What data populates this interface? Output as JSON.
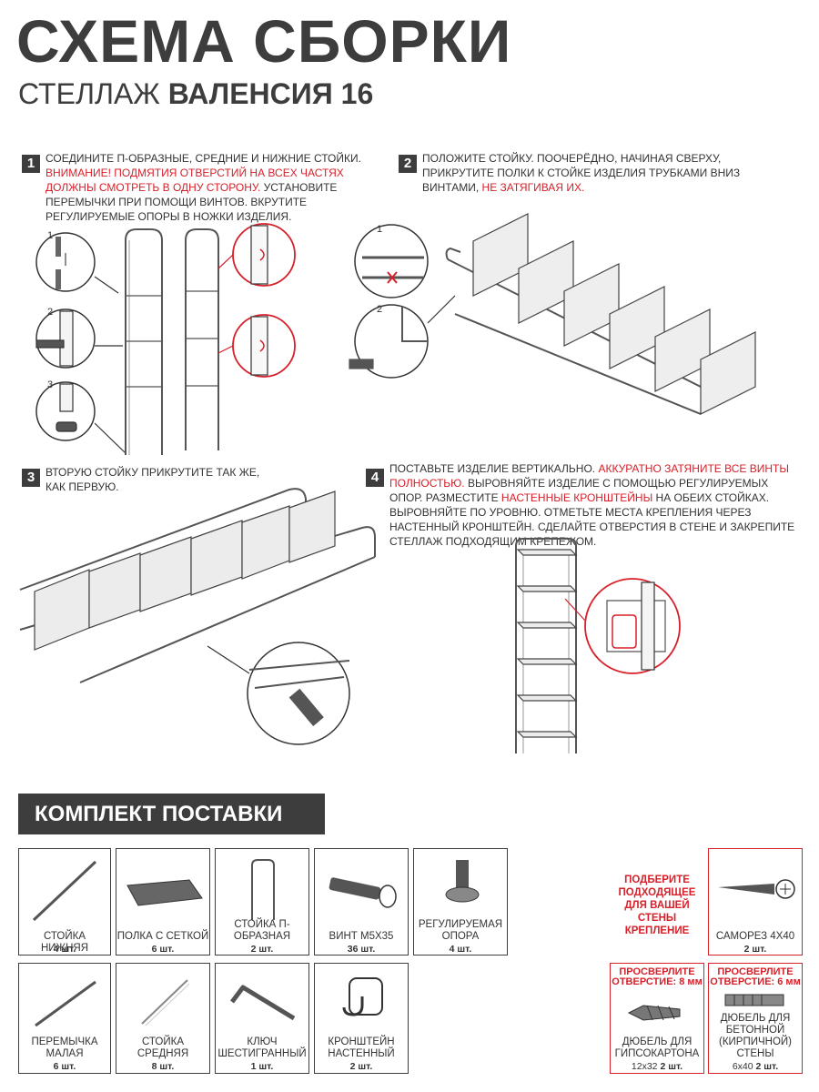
{
  "header": {
    "title": "СХЕМА СБОРКИ",
    "subtitle_prefix": "СТЕЛЛАЖ",
    "subtitle_bold": "ВАЛЕНСИЯ 16"
  },
  "steps": [
    {
      "number": "1",
      "text_a": "СОЕДИНИТЕ П-ОБРАЗНЫЕ, СРЕДНИЕ И НИЖНИЕ СТОЙКИ.",
      "text_b": "ВНИМАНИЕ! ПОДМЯТИЯ ОТВЕРСТИЙ НА ВСЕХ ЧАСТЯХ ДОЛЖНЫ СМОТРЕТЬ В ОДНУ СТОРОНУ.",
      "text_c": "УСТАНОВИТЕ ПЕРЕМЫЧКИ ПРИ ПОМОЩИ ВИНТОВ. ВКРУТИТЕ РЕГУЛИРУЕМЫЕ ОПОРЫ В НОЖКИ ИЗДЕЛИЯ.",
      "callouts": [
        "1",
        "2",
        "3"
      ]
    },
    {
      "number": "2",
      "text_a": "ПОЛОЖИТЕ СТОЙКУ. ПООЧЕРЁДНО, НАЧИНАЯ СВЕРХУ, ПРИКРУТИТЕ ПОЛКИ К СТОЙКЕ ИЗДЕЛИЯ ТРУБКАМИ ВНИЗ ВИНТАМИ,",
      "text_b": "НЕ ЗАТЯГИВАЯ ИХ.",
      "callouts": [
        "1",
        "2"
      ]
    },
    {
      "number": "3",
      "text_a": "ВТОРУЮ СТОЙКУ ПРИКРУТИТЕ ТАК ЖЕ, КАК ПЕРВУЮ."
    },
    {
      "number": "4",
      "text_a": "ПОСТАВЬТЕ ИЗДЕЛИЕ ВЕРТИКАЛЬНО.",
      "text_b": "АККУРАТНО ЗАТЯНИТЕ ВСЕ ВИНТЫ ПОЛНОСТЬЮ.",
      "text_c": "ВЫРОВНЯЙТЕ ИЗДЕЛИЕ С ПОМОЩЬЮ РЕГУЛИРУЕМЫХ ОПОР. РАЗМЕСТИТЕ",
      "text_d": "НАСТЕННЫЕ КРОНШТЕЙНЫ",
      "text_e": "НА ОБЕИХ СТОЙКАХ. ВЫРОВНЯЙТЕ ПО УРОВНЮ. ОТМЕТЬТЕ МЕСТА КРЕПЛЕНИЯ ЧЕРЕЗ НАСТЕННЫЙ КРОНШТЕЙН. СДЕЛАЙТЕ ОТВЕРСТИЯ В СТЕНЕ И ЗАКРЕПИТЕ СТЕЛЛАЖ ПОДХОДЯЩИМ КРЕПЕЖОМ."
    }
  ],
  "kit": {
    "title": "КОМПЛЕКТ ПОСТАВКИ",
    "items": [
      {
        "name": "СТОЙКА НИЖНЯЯ",
        "qty": "4 шт.",
        "icon": "lower-post-icon"
      },
      {
        "name": "ПОЛКА С СЕТКОЙ",
        "qty": "6 шт.",
        "icon": "mesh-shelf-icon"
      },
      {
        "name": "СТОЙКА П-ОБРАЗНАЯ",
        "qty": "2 шт.",
        "icon": "u-post-icon"
      },
      {
        "name": "ВИНТ М5х35",
        "qty": "36 шт.",
        "icon": "screw-icon"
      },
      {
        "name": "РЕГУЛИРУЕМАЯ ОПОРА",
        "qty": "4 шт.",
        "icon": "adjustable-foot-icon"
      },
      {
        "name": "ПЕРЕМЫЧКА МАЛАЯ",
        "qty": "6 шт.",
        "icon": "small-crossbar-icon"
      },
      {
        "name": "СТОЙКА СРЕДНЯЯ",
        "qty": "8 шт.",
        "icon": "middle-post-icon"
      },
      {
        "name": "КЛЮЧ ШЕСТИГРАННЫЙ",
        "qty": "1 шт.",
        "icon": "hex-key-icon"
      },
      {
        "name": "КРОНШТЕЙН НАСТЕННЫЙ",
        "qty": "2 шт.",
        "icon": "wall-bracket-icon"
      }
    ],
    "hint": "ПОДБЕРИТЕ ПОДХОДЯЩЕЕ ДЛЯ ВАШЕЙ СТЕНЫ КРЕПЛЕНИЕ",
    "wall_items": [
      {
        "name": "САМОРЕЗ 4х40",
        "qty": "2 шт.",
        "icon": "wood-screw-icon"
      },
      {
        "note": "ПРОСВЕРЛИТЕ ОТВЕРСТИЕ: 8 мм",
        "name": "ДЮБЕЛЬ ДЛЯ ГИПСОКАРТОНА",
        "size": "12х32",
        "qty": "2 шт.",
        "icon": "drywall-anchor-icon"
      },
      {
        "note": "ПРОСВЕРЛИТЕ ОТВЕРСТИЕ: 6 мм",
        "name": "ДЮБЕЛЬ ДЛЯ БЕТОННОЙ (КИРПИЧНОЙ) СТЕНЫ",
        "size": "6х40",
        "qty": "2 шт.",
        "icon": "concrete-anchor-icon"
      }
    ]
  },
  "colors": {
    "dark": "#3d3d3d",
    "accent": "#d7202a"
  }
}
